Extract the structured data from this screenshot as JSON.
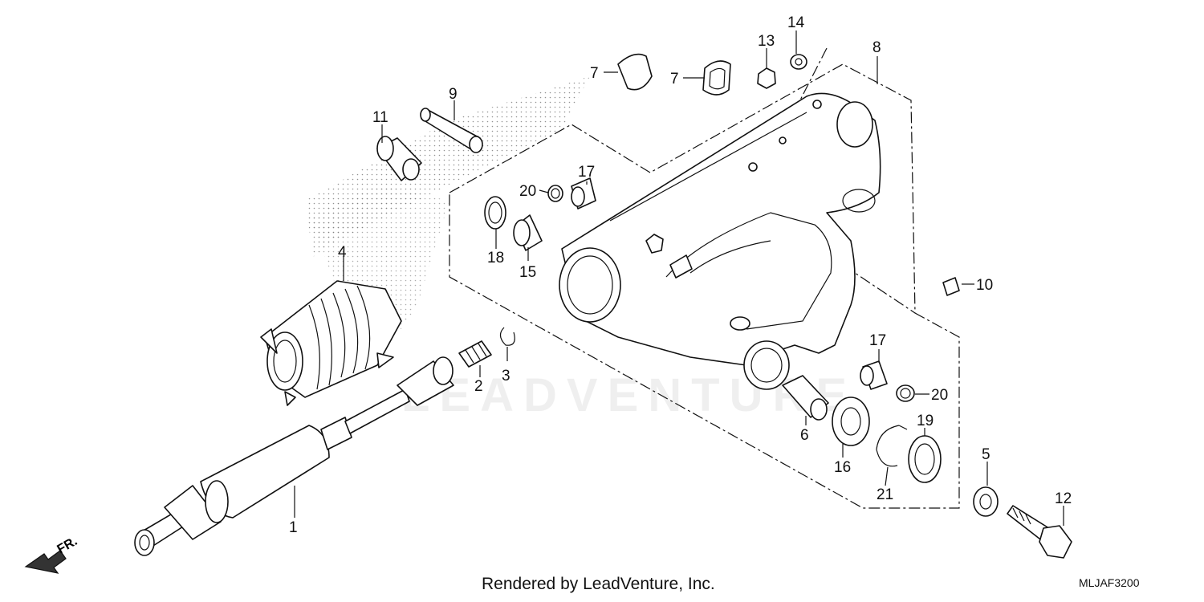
{
  "callouts": {
    "c1": "1",
    "c2": "2",
    "c3": "3",
    "c4": "4",
    "c5": "5",
    "c6": "6",
    "c7a": "7",
    "c7b": "7",
    "c8": "8",
    "c9": "9",
    "c10": "10",
    "c11": "11",
    "c12": "12",
    "c13": "13",
    "c14": "14",
    "c15": "15",
    "c16": "16",
    "c17a": "17",
    "c17b": "17",
    "c18": "18",
    "c19": "19",
    "c20a": "20",
    "c20b": "20",
    "c21": "21"
  },
  "direction_label": "FR.",
  "watermark": "LEADVENTURE",
  "footer": "Rendered by LeadVenture, Inc.",
  "diagram_code": "MLJAF3200"
}
